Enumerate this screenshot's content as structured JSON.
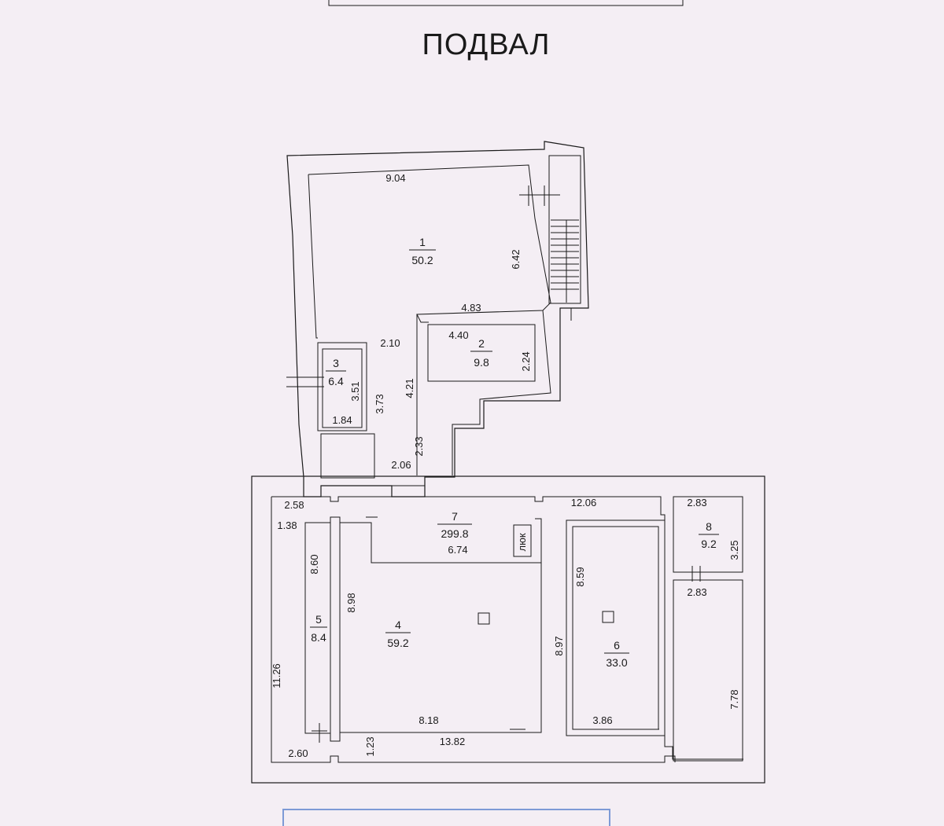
{
  "floor_label": "ПОДВАЛ",
  "rooms": [
    {
      "number": "1",
      "area": "50.2"
    },
    {
      "number": "2",
      "area": "9.8"
    },
    {
      "number": "3",
      "area": "6.4"
    },
    {
      "number": "4",
      "area": "59.2"
    },
    {
      "number": "5",
      "area": "8.4"
    },
    {
      "number": "6",
      "area": "33.0"
    },
    {
      "number": "7",
      "area": "299.8"
    },
    {
      "number": "8",
      "area": "9.2"
    }
  ],
  "hatch_label": "люк",
  "dimensions": {
    "d_9_04": "9.04",
    "d_6_42": "6.42",
    "d_4_83": "4.83",
    "d_2_10": "2.10",
    "d_4_40": "4.40",
    "d_2_24": "2.24",
    "d_4_21": "4.21",
    "d_3_51": "3.51",
    "d_3_73": "3.73",
    "d_1_84": "1.84",
    "d_2_33": "2.33",
    "d_2_06": "2.06",
    "d_2_58": "2.58",
    "d_12_06": "12.06",
    "d_2_83_a": "2.83",
    "d_1_38": "1.38",
    "d_6_74": "6.74",
    "d_8_60": "8.60",
    "d_8_98": "8.98",
    "d_8_59": "8.59",
    "d_3_25": "3.25",
    "d_2_83_b": "2.83",
    "d_11_26": "11.26",
    "d_8_97": "8.97",
    "d_7_78": "7.78",
    "d_8_18": "8.18",
    "d_3_86": "3.86",
    "d_2_60": "2.60",
    "d_1_23": "1.23",
    "d_13_82": "13.82"
  }
}
